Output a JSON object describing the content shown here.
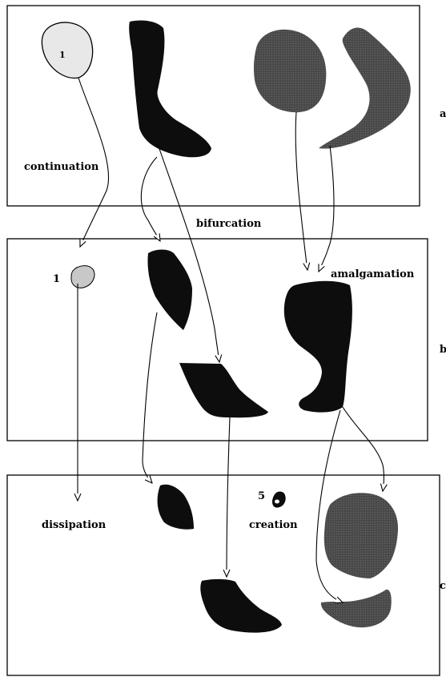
{
  "labels": {
    "continuation": "continuation",
    "bifurcation": "bifurcation",
    "amalgamation": "amalgamation",
    "dissipation": "dissipation",
    "creation": "creation"
  },
  "panels": {
    "a": "a",
    "b": "b",
    "c": "c"
  },
  "object_ids": {
    "obj_a1": "1",
    "obj_b1": "1",
    "obj_c5": "5"
  },
  "colors": {
    "black_object": "#0d0d0d",
    "dark_gray_object": "#4a4a4a",
    "light_gray_object": "#c8c8c8",
    "lightest_object": "#e8e8e8"
  }
}
